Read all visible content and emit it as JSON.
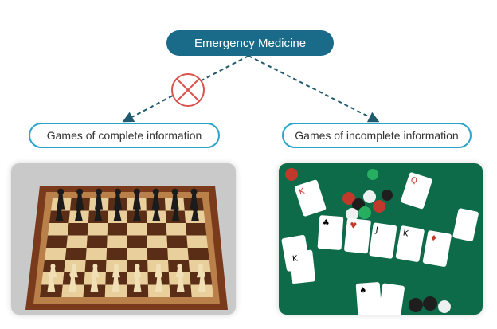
{
  "diagram": {
    "root": {
      "label": "Emergency Medicine"
    },
    "branches": [
      {
        "label": "Games of complete information",
        "rejected": true,
        "image": "chess-board"
      },
      {
        "label": "Games of incomplete information",
        "rejected": false,
        "image": "poker-table"
      }
    ]
  },
  "colors": {
    "root_fill": "#1a6a8a",
    "branch_border": "#2aa3c9",
    "arrow": "#1f5a6e",
    "reject_mark": "#d9534f"
  },
  "icons": [
    "cross-circle-icon",
    "arrow-head-icon"
  ]
}
